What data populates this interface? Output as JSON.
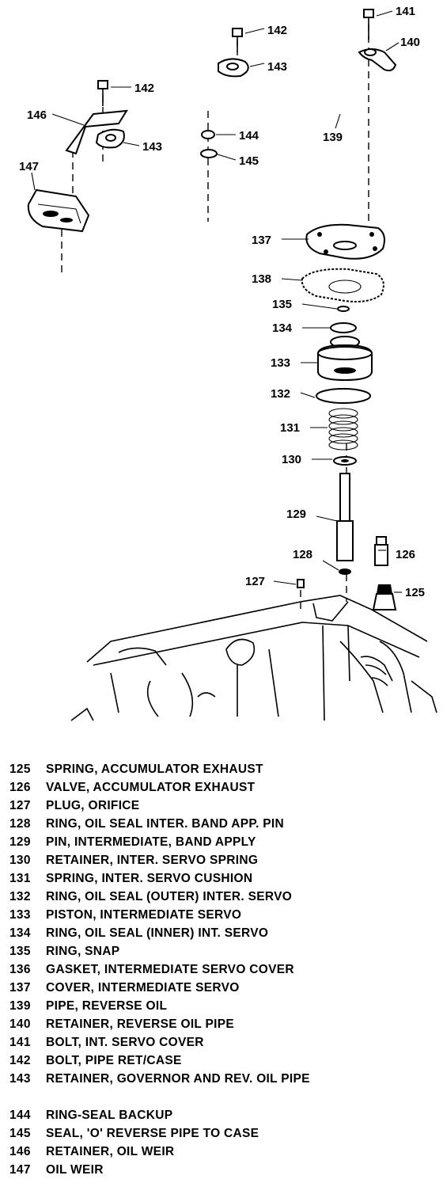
{
  "callouts": [
    {
      "id": "c141",
      "label": "141"
    },
    {
      "id": "c142a",
      "label": "142"
    },
    {
      "id": "c140",
      "label": "140"
    },
    {
      "id": "c143a",
      "label": "143"
    },
    {
      "id": "c142b",
      "label": "142"
    },
    {
      "id": "c146",
      "label": "146"
    },
    {
      "id": "c143b",
      "label": "143"
    },
    {
      "id": "c144",
      "label": "144"
    },
    {
      "id": "c139",
      "label": "139"
    },
    {
      "id": "c145",
      "label": "145"
    },
    {
      "id": "c147",
      "label": "147"
    },
    {
      "id": "c137",
      "label": "137"
    },
    {
      "id": "c138",
      "label": "138"
    },
    {
      "id": "c135",
      "label": "135"
    },
    {
      "id": "c134",
      "label": "134"
    },
    {
      "id": "c133",
      "label": "133"
    },
    {
      "id": "c132",
      "label": "132"
    },
    {
      "id": "c131",
      "label": "131"
    },
    {
      "id": "c130",
      "label": "130"
    },
    {
      "id": "c129",
      "label": "129"
    },
    {
      "id": "c128",
      "label": "128"
    },
    {
      "id": "c126",
      "label": "126"
    },
    {
      "id": "c127",
      "label": "127"
    },
    {
      "id": "c125",
      "label": "125"
    }
  ],
  "legend": [
    {
      "num": "125",
      "desc": "SPRING, ACCUMULATOR EXHAUST"
    },
    {
      "num": "126",
      "desc": "VALVE, ACCUMULATOR EXHAUST"
    },
    {
      "num": "127",
      "desc": "PLUG, ORIFICE"
    },
    {
      "num": "128",
      "desc": "RING, OIL SEAL INTER. BAND APP. PIN"
    },
    {
      "num": "129",
      "desc": "PIN, INTERMEDIATE, BAND APPLY"
    },
    {
      "num": "130",
      "desc": "RETAINER, INTER. SERVO SPRING"
    },
    {
      "num": "131",
      "desc": "SPRING, INTER. SERVO CUSHION"
    },
    {
      "num": "132",
      "desc": "RING, OIL SEAL (OUTER) INTER. SERVO"
    },
    {
      "num": "133",
      "desc": "PISTON, INTERMEDIATE SERVO"
    },
    {
      "num": "134",
      "desc": "RING, OIL SEAL (INNER) INT. SERVO"
    },
    {
      "num": "135",
      "desc": "RING, SNAP"
    },
    {
      "num": "136",
      "desc": "GASKET, INTERMEDIATE SERVO COVER"
    },
    {
      "num": "137",
      "desc": "COVER, INTERMEDIATE SERVO"
    },
    {
      "num": "139",
      "desc": "PIPE, REVERSE OIL"
    },
    {
      "num": "140",
      "desc": "RETAINER, REVERSE OIL PIPE"
    },
    {
      "num": "141",
      "desc": "BOLT, INT. SERVO COVER"
    },
    {
      "num": "142",
      "desc": "BOLT, PIPE RET/CASE"
    },
    {
      "num": "143",
      "desc": "RETAINER, GOVERNOR AND REV. OIL PIPE"
    },
    {
      "num": "144",
      "desc": "RING-SEAL BACKUP"
    },
    {
      "num": "145",
      "desc": "SEAL, 'O' REVERSE PIPE TO CASE"
    },
    {
      "num": "146",
      "desc": "RETAINER, OIL WEIR"
    },
    {
      "num": "147",
      "desc": "OIL WEIR"
    }
  ]
}
